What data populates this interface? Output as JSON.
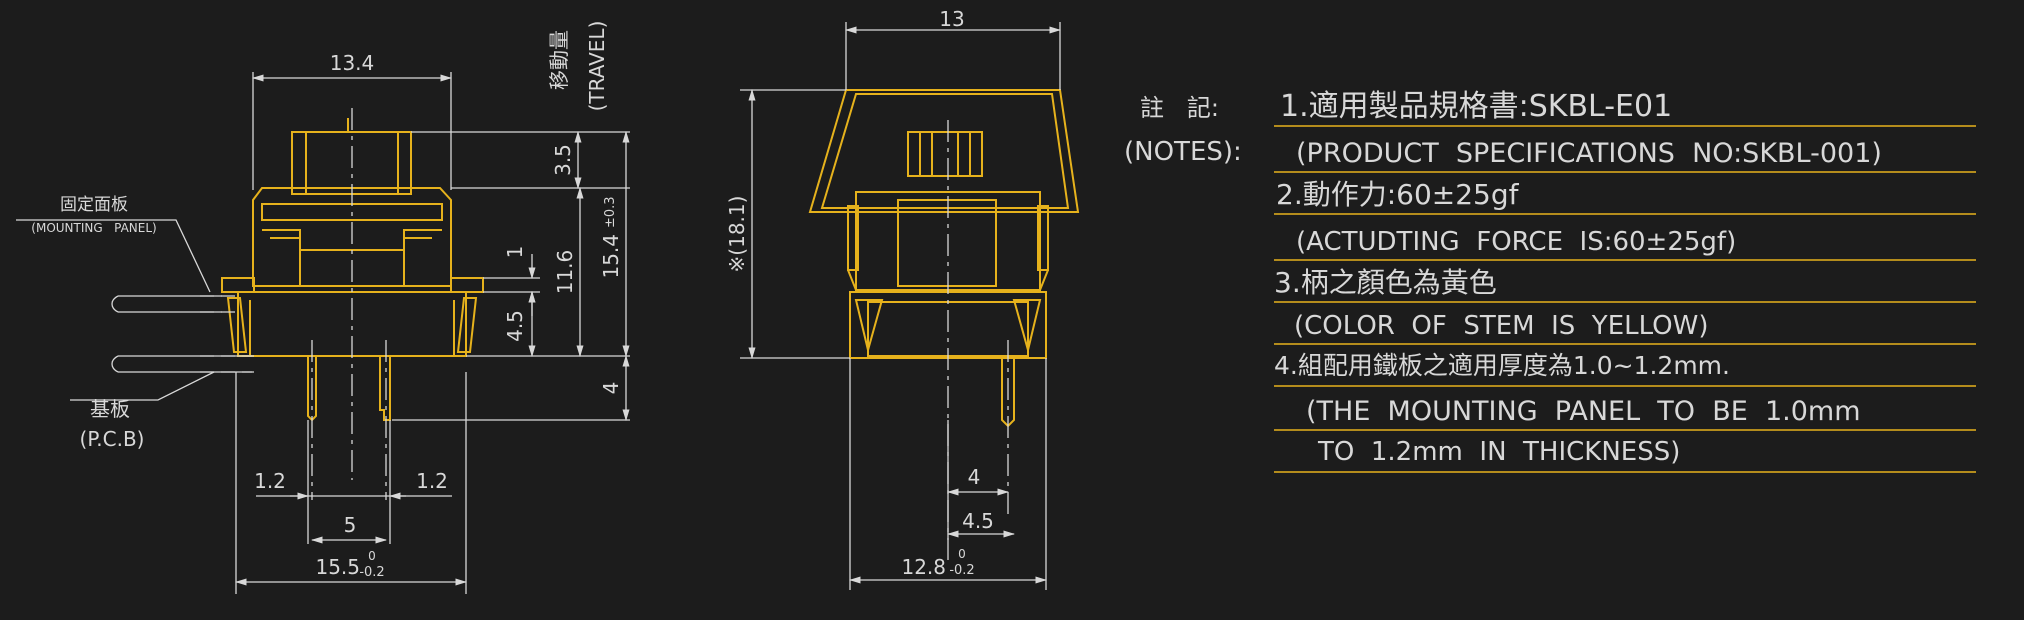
{
  "left_view": {
    "dims": {
      "top_width": "13.4",
      "travel": "3.5",
      "height_above": "11.6",
      "total_height": "15.4",
      "total_height_tol": "±0.3",
      "dim_1": "1",
      "dim_4_5": "4.5",
      "pin_length": "4",
      "pin_left": "1.2",
      "pin_right": "1.2",
      "pin_pitch": "5",
      "base_width": "15.5",
      "base_tol_upper": "0",
      "base_tol_lower": "-0.2"
    },
    "labels": {
      "travel_cn": "移動量",
      "travel_en": "(TRAVEL)",
      "mounting_cn": "固定面板",
      "mounting_en": "(MOUNTING   PANEL)",
      "pcb_cn": "基板",
      "pcb_en": "(P.C.B)"
    }
  },
  "middle_view": {
    "dims": {
      "top_width": "13",
      "height": "※(18.1)",
      "dim_4": "4",
      "dim_4_5": "4.5",
      "base_width": "12.8",
      "base_tol_upper": "0",
      "base_tol_lower": "-0.2"
    }
  },
  "notes": {
    "header_cn": "註   記:",
    "header_en": "(NOTES):",
    "lines": [
      "1.適用製品規格書:SKBL-E01",
      "(PRODUCT  SPECIFICATIONS  NO:SKBL-001)",
      "2.動作力:60±25gf",
      "(ACTUDTING  FORCE  IS:60±25gf)",
      "3.柄之顏色為黃色",
      "(COLOR  OF  STEM  IS  YELLOW)",
      "4.組配用鐵板之適用厚度為1.0~1.2mm.",
      "(THE  MOUNTING  PANEL  TO  BE  1.0mm",
      "TO  1.2mm  IN  THICKNESS)"
    ]
  },
  "colors": {
    "background": "#1c1c1c",
    "part_line": "#e6b21c",
    "dimension_line": "#d8d8d8"
  }
}
